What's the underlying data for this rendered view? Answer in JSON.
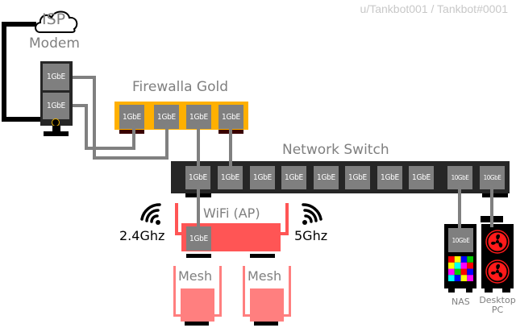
{
  "credit": "u/Tankbot001 / Tankbot#0001",
  "isp": {
    "label": "ISP",
    "icon": "cloud-icon"
  },
  "modem": {
    "label": "Modem",
    "ports": [
      "1GbE",
      "1GbE"
    ]
  },
  "firewall": {
    "label": "Firewalla Gold",
    "color": "#FFB000",
    "ports": [
      "1GbE",
      "1GbE",
      "1GbE",
      "1GbE"
    ]
  },
  "switch": {
    "label": "Network Switch",
    "color": "#262626",
    "ports": [
      "1GbE",
      "1GbE",
      "1GbE",
      "1GbE",
      "1GbE",
      "1GbE",
      "1GbE",
      "1GbE"
    ],
    "ports_10g": [
      "10GbE",
      "10GbE"
    ]
  },
  "wifi": {
    "label": "WiFi (AP)",
    "color": "#FF5555",
    "port": "1GbE",
    "band_left": "2.4Ghz",
    "band_right": "5Ghz"
  },
  "mesh": [
    {
      "label": "Mesh"
    },
    {
      "label": "Mesh"
    }
  ],
  "mesh_color": "#FF7F7F",
  "nas": {
    "label": "NAS",
    "port": "10GbE",
    "drive_colors": [
      [
        "#FF0000",
        "#FFFF00",
        "#0000FF",
        "#00CC00"
      ],
      [
        "#FFFF00",
        "#00FFFF",
        "#FF00FF",
        "#FF0000"
      ],
      [
        "#FF00FF",
        "#00CC00",
        "#FF0000",
        "#0000FF"
      ],
      [
        "#00FFFF",
        "#0000FF",
        "#FFFF00",
        "#FF00FF"
      ]
    ]
  },
  "desktop": {
    "label_line1": "Desktop",
    "label_line2": "PC",
    "fan_color": "#FF1A1A"
  }
}
